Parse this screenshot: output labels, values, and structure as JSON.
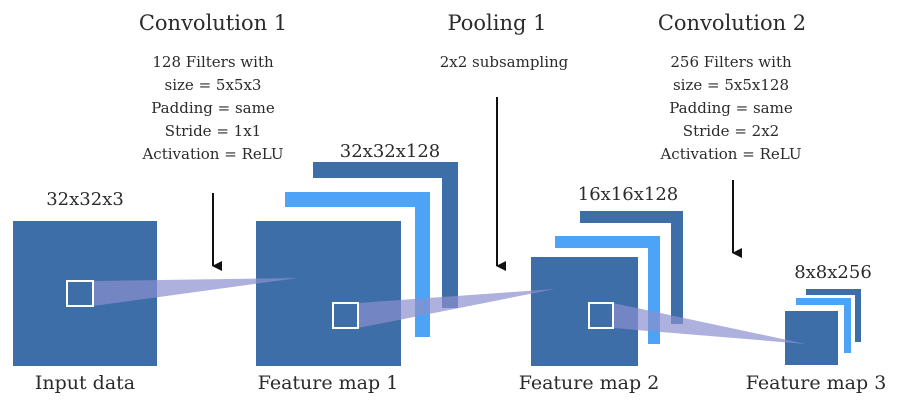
{
  "stages": [
    {
      "title": "Convolution 1",
      "description_lines": [
        "128 Filters with",
        "size = 5x5x3",
        "Padding = same",
        "Stride = 1x1",
        "Activation = ReLU"
      ]
    },
    {
      "title": "Pooling 1",
      "description_lines": [
        "2x2 subsampling"
      ]
    },
    {
      "title": "Convolution 2",
      "description_lines": [
        "256 Filters with",
        "size = 5x5x128",
        "Padding = same",
        "Stride = 2x2",
        "Activation = ReLU"
      ]
    }
  ],
  "blocks": [
    {
      "caption": "Input data",
      "dims": "32x32x3"
    },
    {
      "caption": "Feature map 1",
      "dims": "32x32x128"
    },
    {
      "caption": "Feature map 2",
      "dims": "16x16x128"
    },
    {
      "caption": "Feature map 3",
      "dims": "8x8x256"
    }
  ],
  "colors": {
    "block_fill": "#3d6ea7",
    "layer_light": "#4da3f5",
    "layer_dark": "#3d6ea7",
    "receptive_field": "#8b8fcf",
    "window_outline": "#ffffff",
    "arrow": "#111111"
  }
}
